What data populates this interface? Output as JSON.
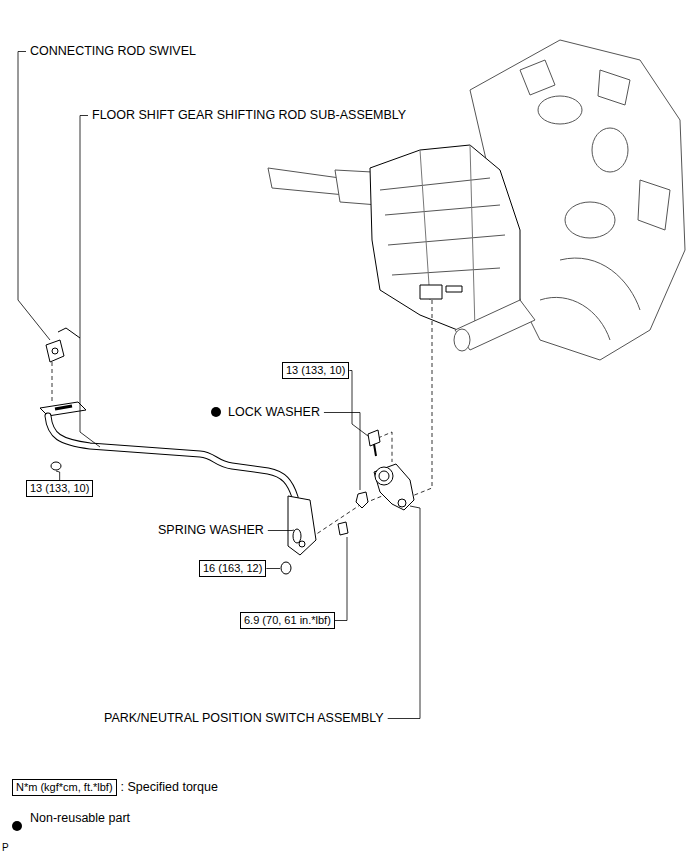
{
  "diagram": {
    "nodes": [
      {
        "text": [
          "13 (133, 10)"
        ]
      },
      {
        "text": [
          "13 (133, 10)"
        ]
      },
      {
        "text": [
          "16 (163, 12)"
        ]
      },
      {
        "text": [
          "6.9 (70, 61 in.*lbf)"
        ]
      },
      {
        "text": [
          "N*m (kgf*cm, ft.*lbf)"
        ]
      }
    ],
    "labels": [
      "CONNECTING ROD SWIVEL",
      "FLOOR SHIFT GEAR SHIFTING ROD SUB-ASSEMBLY",
      "LOCK WASHER",
      "SPRING WASHER",
      "PARK/NEUTRAL POSITION SWITCH ASSEMBLY",
      "P"
    ],
    "legend": [
      {
        "text": ": Specified torque"
      },
      {
        "text": "Non-reusable part"
      }
    ]
  }
}
